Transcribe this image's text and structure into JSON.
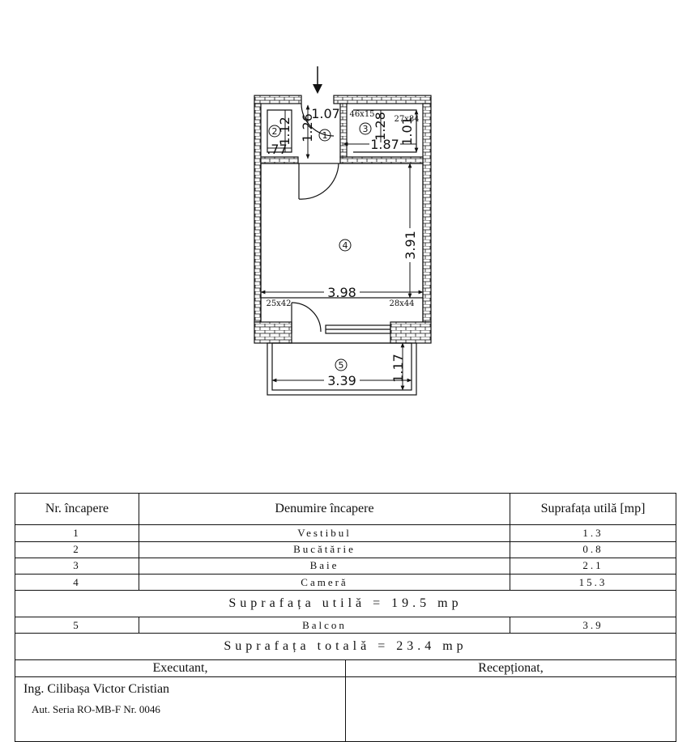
{
  "plan": {
    "dimensions": {
      "d107": "1.07",
      "d126": "1.26",
      "d112": "1.12",
      "d77": ".77",
      "d128": "1.28",
      "d187": "1.87",
      "d101": "1.01",
      "d391": "3.91",
      "d398": "3.98",
      "d339": "3.39",
      "d117": "1.17",
      "v46x15": "46x15",
      "v27x84": "27x84",
      "v25x42": "25x42",
      "v28x44": "28x44"
    },
    "room_markers": [
      "1",
      "2",
      "3",
      "4",
      "5"
    ]
  },
  "table": {
    "headers": [
      "Nr. încapere",
      "Denumire încapere",
      "Suprafața utilă [mp]"
    ],
    "rooms": [
      {
        "nr": "1",
        "name": "Vestibul",
        "area": "1.3"
      },
      {
        "nr": "2",
        "name": "Bucătărie",
        "area": "0.8"
      },
      {
        "nr": "3",
        "name": "Baie",
        "area": "2.1"
      },
      {
        "nr": "4",
        "name": "Cameră",
        "area": "15.3"
      }
    ],
    "useful_total": "Suprafața utilă = 19.5 mp",
    "balcony": {
      "nr": "5",
      "name": "Balcon",
      "area": "3.9"
    },
    "grand_total": "Suprafața totală = 23.4 mp",
    "executant_label": "Executant,",
    "receptionat_label": "Recepționat,",
    "engineer": "Ing. Cilibașa Victor Cristian",
    "authorization": "Aut. Seria RO-MB-F Nr. 0046"
  }
}
